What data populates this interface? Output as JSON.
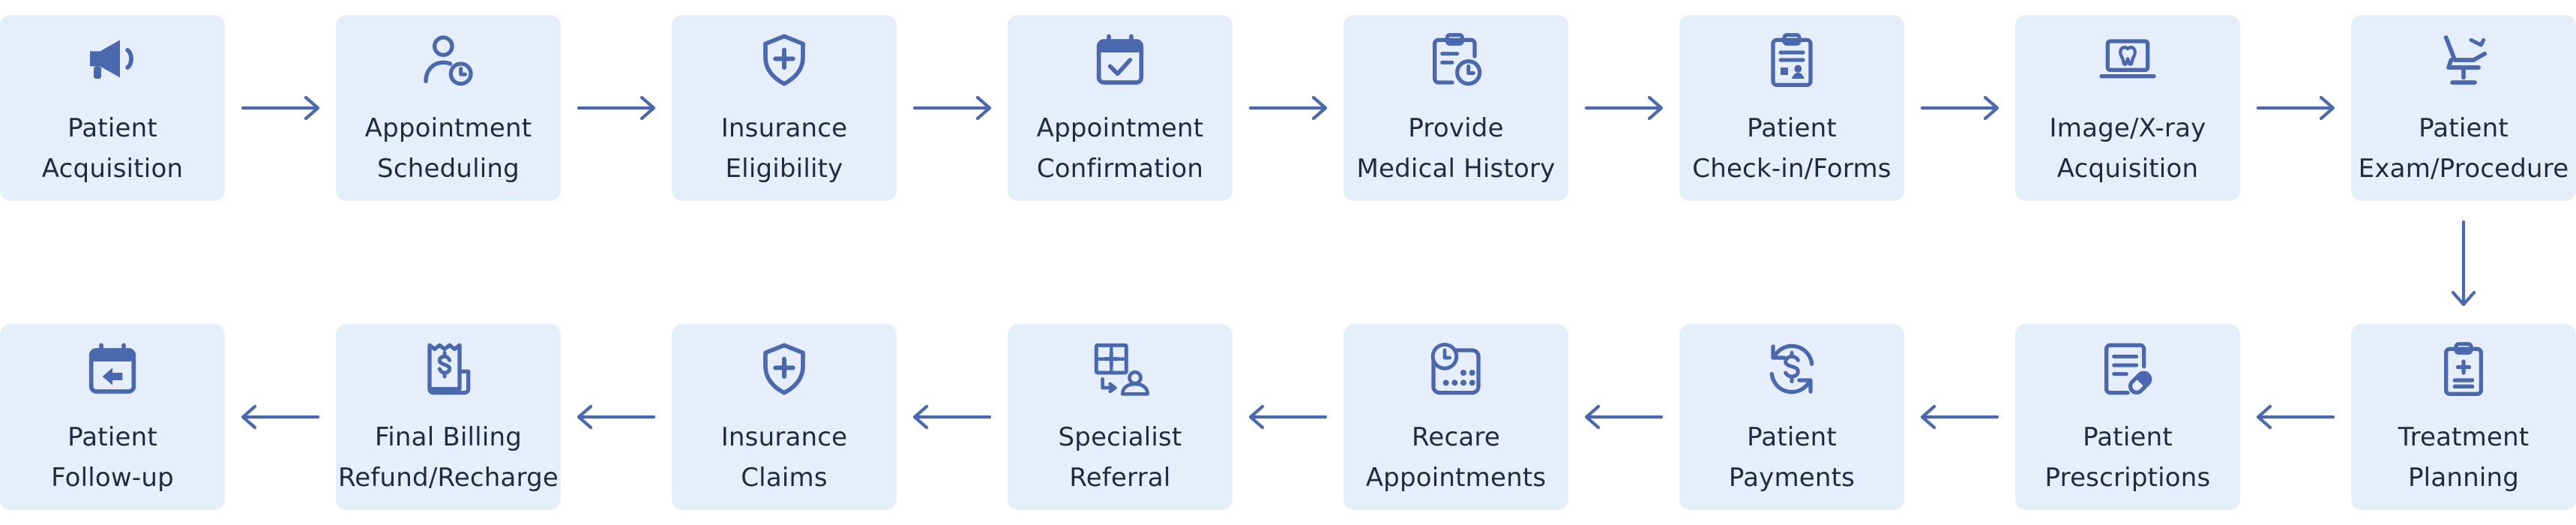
{
  "steps": [
    {
      "id": "patient-acquisition",
      "lines": [
        "Patient",
        "Acquisition"
      ],
      "icon": "megaphone-icon"
    },
    {
      "id": "appointment-scheduling",
      "lines": [
        "Appointment",
        "Scheduling"
      ],
      "icon": "user-clock-icon"
    },
    {
      "id": "insurance-eligibility",
      "lines": [
        "Insurance",
        "Eligibility"
      ],
      "icon": "shield-plus-icon"
    },
    {
      "id": "appointment-confirmation",
      "lines": [
        "Appointment",
        "Confirmation"
      ],
      "icon": "calendar-check-icon"
    },
    {
      "id": "provide-medical-history",
      "lines": [
        "Provide",
        "Medical History"
      ],
      "icon": "clipboard-clock-icon"
    },
    {
      "id": "patient-check-in-forms",
      "lines": [
        "Patient",
        "Check-in/Forms"
      ],
      "icon": "clipboard-form-icon"
    },
    {
      "id": "image-x-ray-acquisition",
      "lines": [
        "Image/X-ray",
        "Acquisition"
      ],
      "icon": "laptop-tooth-icon"
    },
    {
      "id": "patient-exam-procedure",
      "lines": [
        "Patient",
        "Exam/Procedure"
      ],
      "icon": "dental-chair-icon"
    },
    {
      "id": "treatment-planning",
      "lines": [
        "Treatment",
        "Planning"
      ],
      "icon": "clipboard-plus-minus-icon"
    },
    {
      "id": "patient-prescriptions",
      "lines": [
        "Patient",
        "Prescriptions"
      ],
      "icon": "prescription-pill-icon"
    },
    {
      "id": "patient-payments",
      "lines": [
        "Patient",
        "Payments"
      ],
      "icon": "dollar-refresh-icon"
    },
    {
      "id": "recare-appointments",
      "lines": [
        "Recare",
        "Appointments"
      ],
      "icon": "calendar-clock-icon"
    },
    {
      "id": "specialist-referral",
      "lines": [
        "Specialist",
        "Referral"
      ],
      "icon": "hospital-referral-icon"
    },
    {
      "id": "insurance-claims",
      "lines": [
        "Insurance",
        "Claims"
      ],
      "icon": "shield-plus-icon"
    },
    {
      "id": "final-billing-refund-recharge",
      "lines": [
        "Final Billing",
        "Refund/Recharge"
      ],
      "icon": "receipt-dollar-icon"
    },
    {
      "id": "patient-follow-up",
      "lines": [
        "Patient",
        "Follow-up"
      ],
      "icon": "calendar-back-icon"
    }
  ],
  "colors": {
    "card_background": "#e6eefb",
    "accent": "#4a68ad",
    "text": "#1e2b40"
  }
}
